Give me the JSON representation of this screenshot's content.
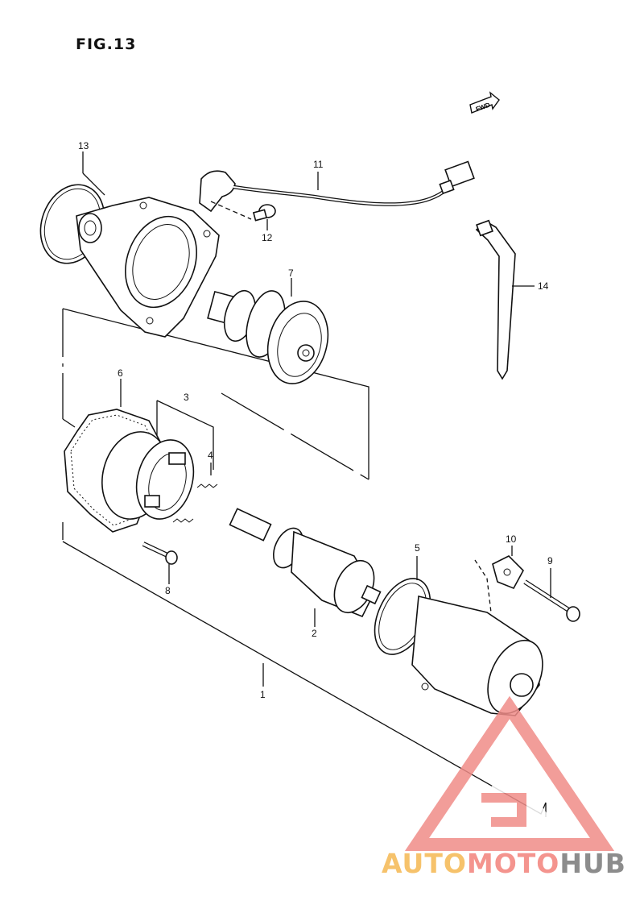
{
  "figure": {
    "title": "FIG.13",
    "fwd_label": "FWD"
  },
  "parts": [
    {
      "ref": "1"
    },
    {
      "ref": "2"
    },
    {
      "ref": "3"
    },
    {
      "ref": "4"
    },
    {
      "ref": "5"
    },
    {
      "ref": "6"
    },
    {
      "ref": "7"
    },
    {
      "ref": "8"
    },
    {
      "ref": "9"
    },
    {
      "ref": "10"
    },
    {
      "ref": "11"
    },
    {
      "ref": "12"
    },
    {
      "ref": "13"
    },
    {
      "ref": "14"
    }
  ],
  "watermark": {
    "part1": "AUTO",
    "part2": "MOTO",
    "part3": "HUB",
    "color1": "#f6c26b",
    "color2": "#f4948e",
    "color3": "#8c8c8c",
    "logo_color": "#f08c88"
  }
}
